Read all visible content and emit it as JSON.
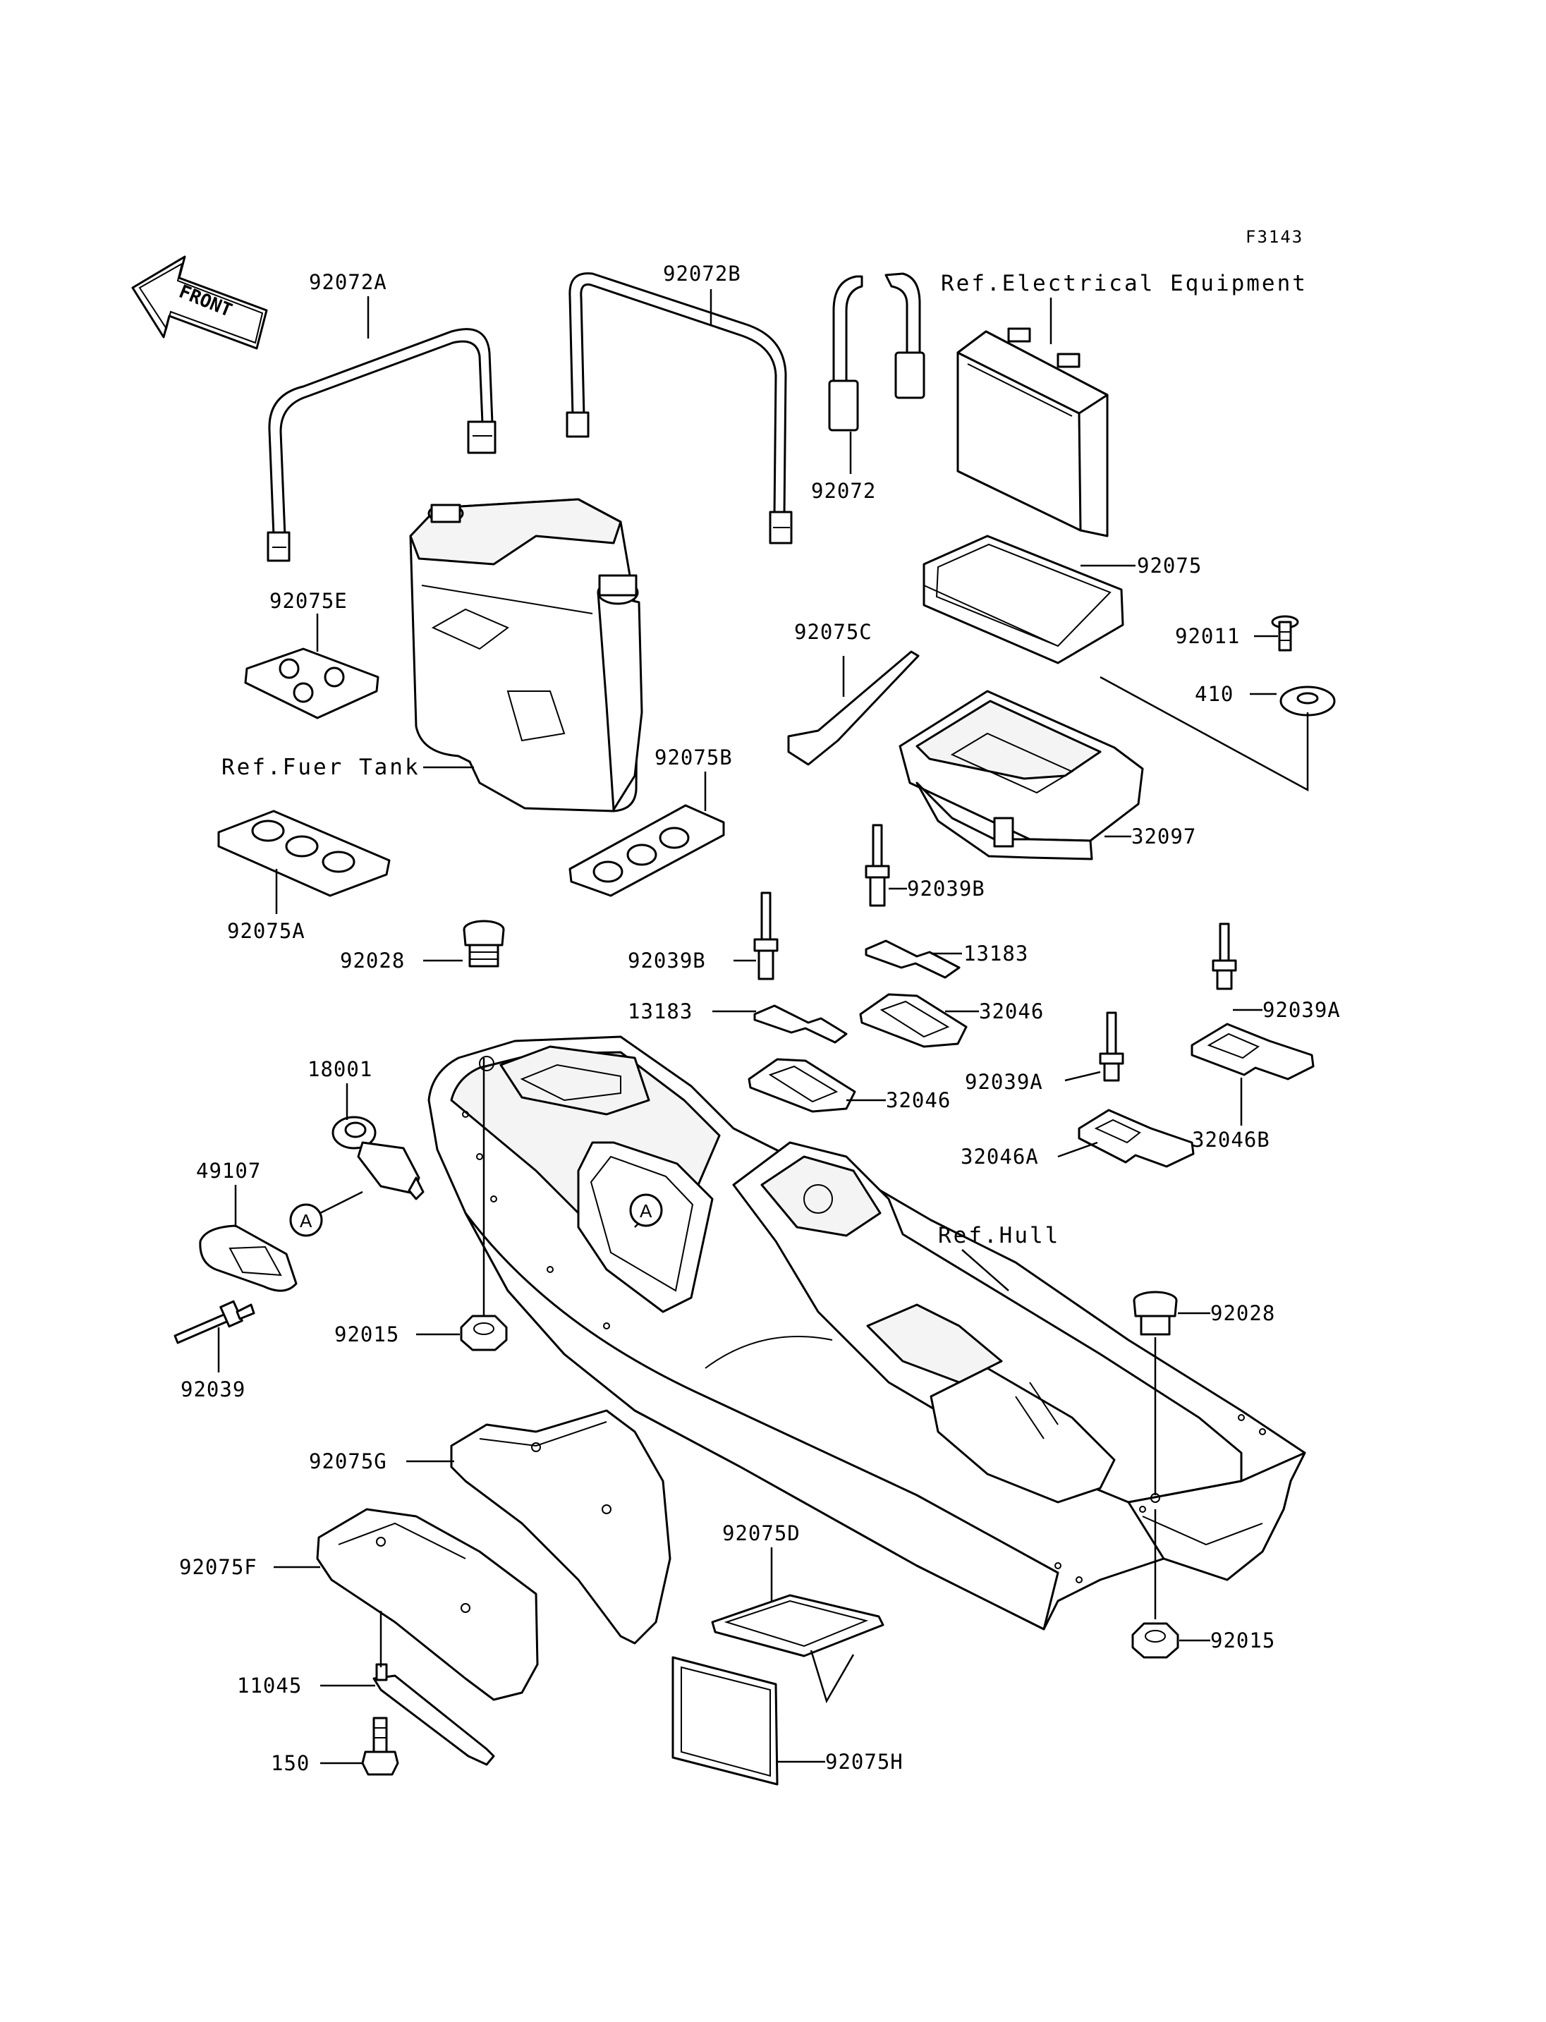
{
  "diagram_code": "F3143",
  "front_arrow": "FRONT",
  "callout_marker": "A",
  "references": {
    "electrical": "Ref.Electrical Equipment",
    "fuel_tank": "Ref.Fuer Tank",
    "hull": "Ref.Hull"
  },
  "parts": {
    "p92072A": "92072A",
    "p92072B": "92072B",
    "p92072": "92072",
    "p92075": "92075",
    "p92075E": "92075E",
    "p92075C": "92075C",
    "p92011": "92011",
    "p410": "410",
    "p92075B": "92075B",
    "p32097": "32097",
    "p92075A": "92075A",
    "p92039B_a": "92039B",
    "p92039B_b": "92039B",
    "p92028_a": "92028",
    "p13183_a": "13183",
    "p13183_b": "13183",
    "p32046_a": "32046",
    "p32046_b": "32046",
    "p92039A_a": "92039A",
    "p92039A_b": "92039A",
    "p18001": "18001",
    "p32046A": "32046A",
    "p32046B": "32046B",
    "p49107": "49107",
    "p92015_a": "92015",
    "p92028_b": "92028",
    "p92039": "92039",
    "p92075G": "92075G",
    "p92075D": "92075D",
    "p92075F": "92075F",
    "p11045": "11045",
    "p92015_b": "92015",
    "p150": "150",
    "p92075H": "92075H"
  }
}
